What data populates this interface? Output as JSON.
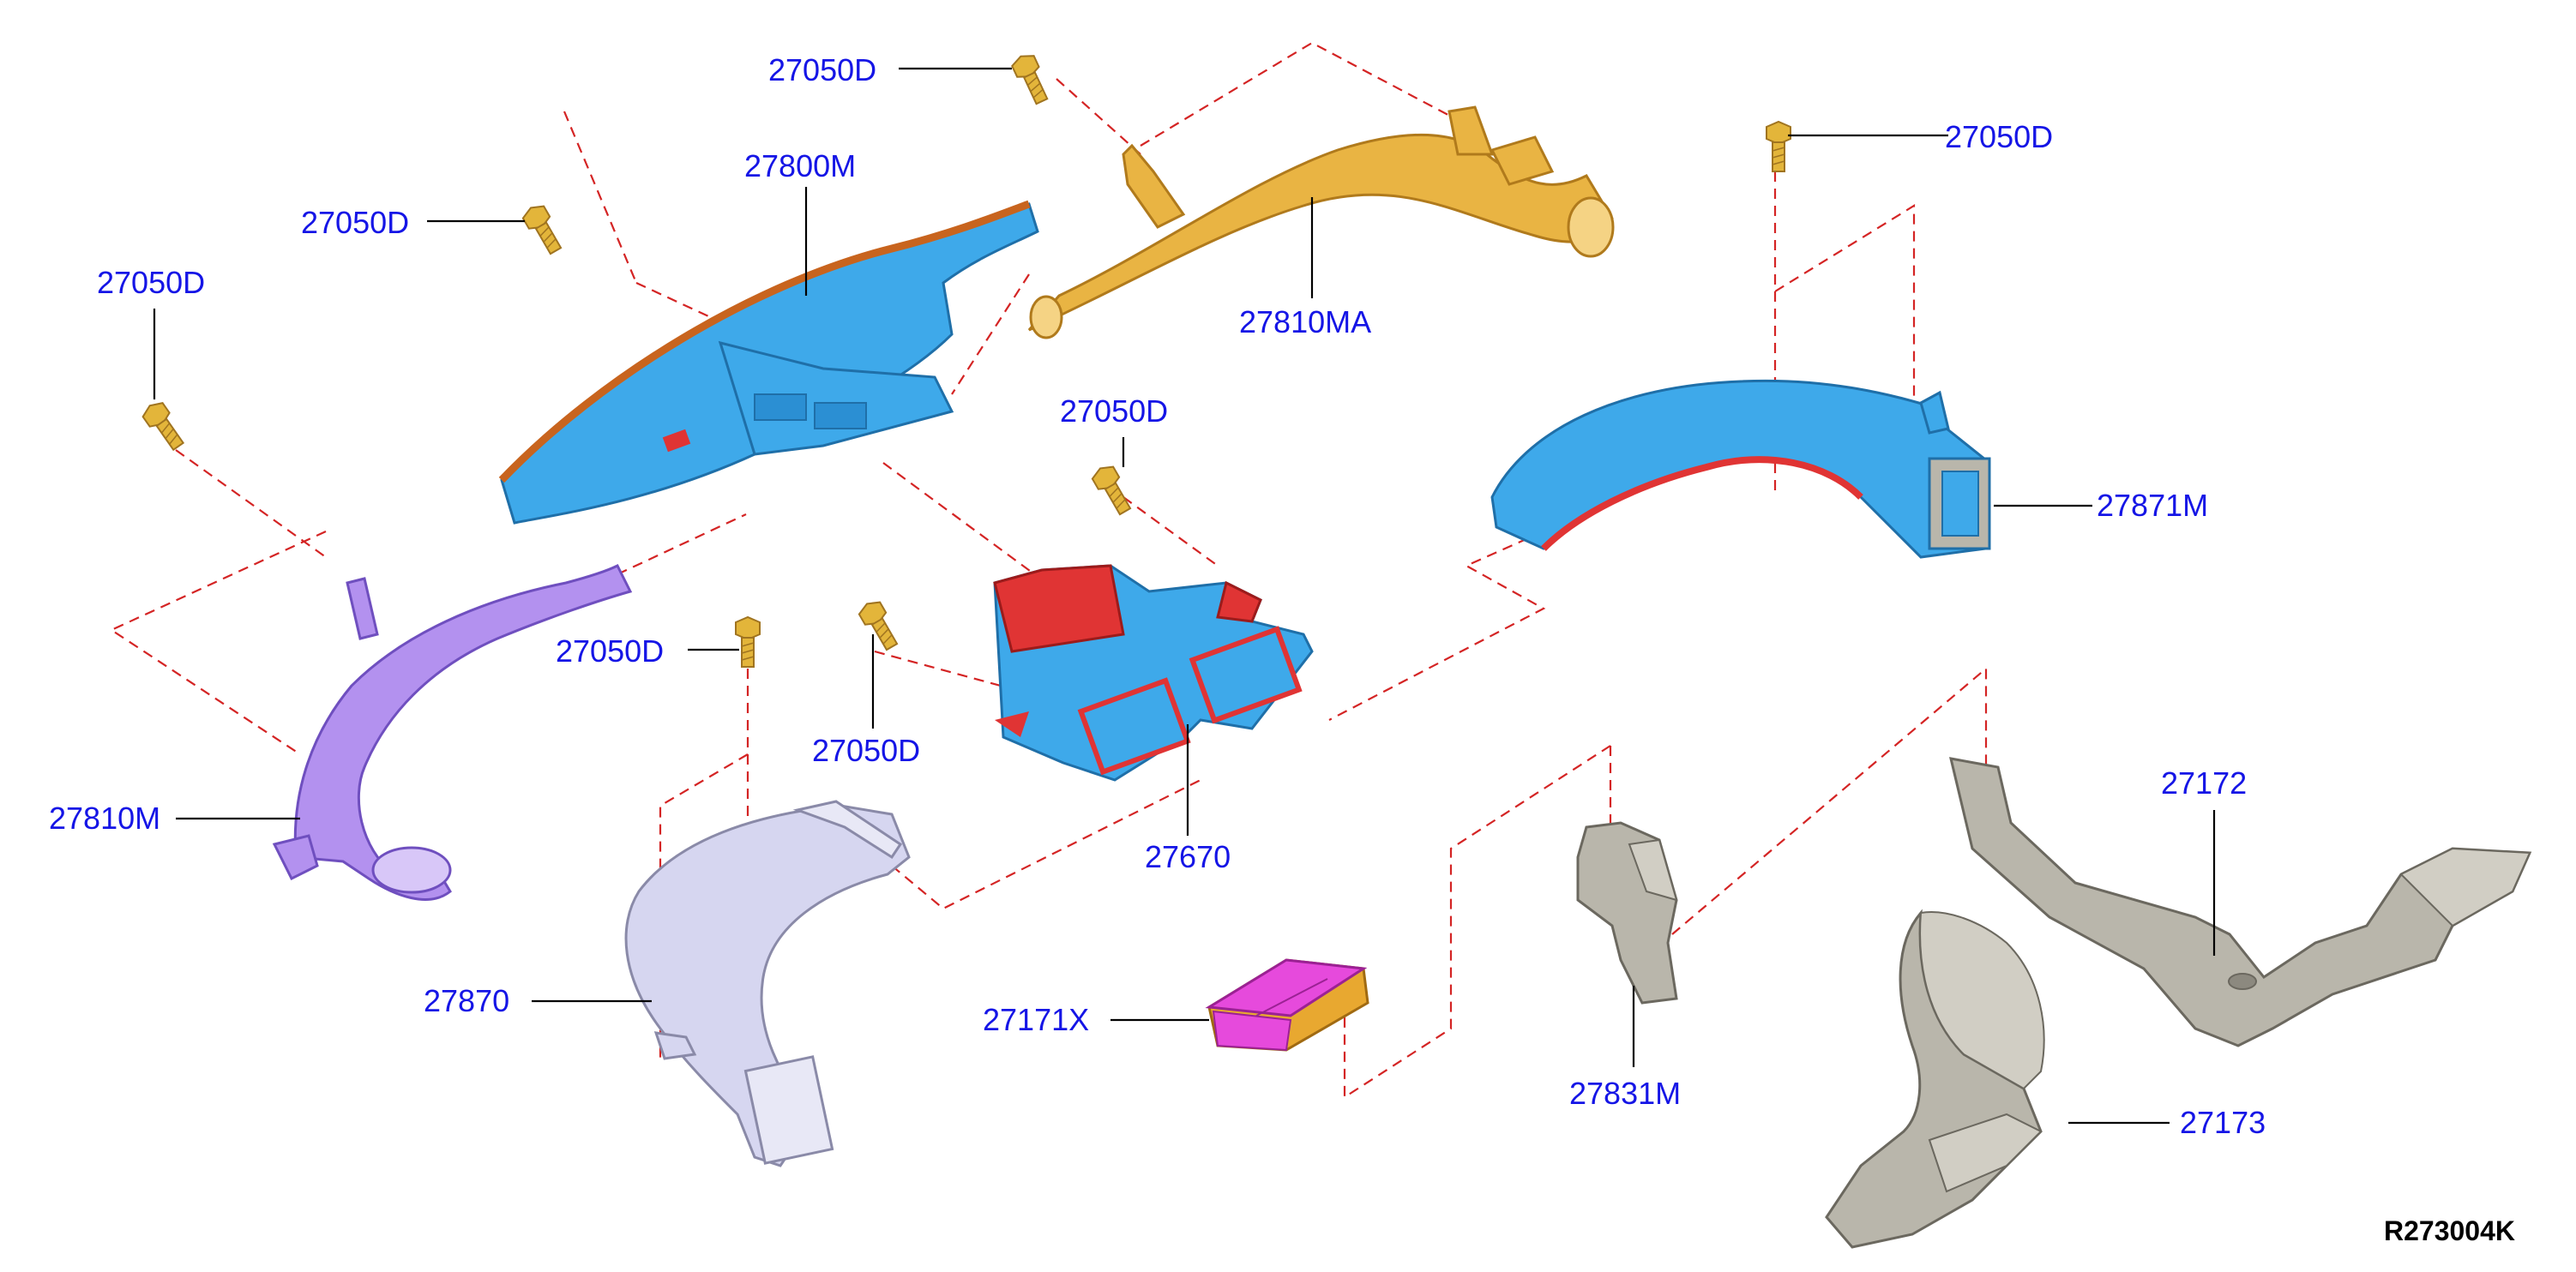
{
  "diagram": {
    "reference_code": "R273004K",
    "colors": {
      "label": "#1515e6",
      "leader": "#000000",
      "dashed_guide": "#d42424",
      "bolt": "#e3b53a",
      "duct_orange": "#e9b443",
      "duct_blue": "#3ea9ea",
      "duct_violet": "#b391ef",
      "duct_lavender": "#d6d6f0",
      "duct_grey": "#b9b6ab",
      "seal_red": "#e03434",
      "edge_orange": "#c8641e",
      "filter_magenta": "#e64adc"
    },
    "labels": [
      {
        "id": "l1",
        "text": "27050D"
      },
      {
        "id": "l2",
        "text": "27050D"
      },
      {
        "id": "l3",
        "text": "27050D"
      },
      {
        "id": "l4",
        "text": "27050D"
      },
      {
        "id": "l5",
        "text": "27050D"
      },
      {
        "id": "l6",
        "text": "27050D"
      },
      {
        "id": "l7",
        "text": "27050D"
      },
      {
        "id": "l8",
        "text": "27800M"
      },
      {
        "id": "l9",
        "text": "27810MA"
      },
      {
        "id": "l10",
        "text": "27871M"
      },
      {
        "id": "l11",
        "text": "27810M"
      },
      {
        "id": "l12",
        "text": "27670"
      },
      {
        "id": "l13",
        "text": "27870"
      },
      {
        "id": "l14",
        "text": "27171X"
      },
      {
        "id": "l15",
        "text": "27831M"
      },
      {
        "id": "l16",
        "text": "27172"
      },
      {
        "id": "l17",
        "text": "27173"
      }
    ]
  }
}
